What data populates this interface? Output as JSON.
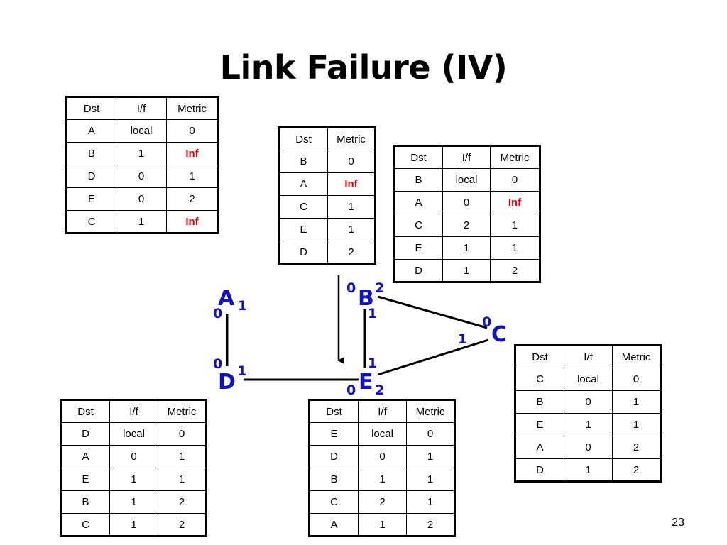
{
  "title": "Link Failure (IV)",
  "page_number": "23",
  "tables": {
    "A": {
      "headers": [
        "Dst",
        "I/f",
        "Metric"
      ],
      "rows": [
        [
          "A",
          "local",
          "0"
        ],
        [
          "B",
          "1",
          "Inf"
        ],
        [
          "D",
          "0",
          "1"
        ],
        [
          "E",
          "0",
          "2"
        ],
        [
          "C",
          "1",
          "Inf"
        ]
      ]
    },
    "B_msg": {
      "headers": [
        "Dst",
        "Metric"
      ],
      "rows": [
        [
          "B",
          "0"
        ],
        [
          "A",
          "Inf"
        ],
        [
          "C",
          "1"
        ],
        [
          "E",
          "1"
        ],
        [
          "D",
          "2"
        ]
      ]
    },
    "B": {
      "headers": [
        "Dst",
        "I/f",
        "Metric"
      ],
      "rows": [
        [
          "B",
          "local",
          "0"
        ],
        [
          "A",
          "0",
          "Inf"
        ],
        [
          "C",
          "2",
          "1"
        ],
        [
          "E",
          "1",
          "1"
        ],
        [
          "D",
          "1",
          "2"
        ]
      ]
    },
    "C": {
      "headers": [
        "Dst",
        "I/f",
        "Metric"
      ],
      "rows": [
        [
          "C",
          "local",
          "0"
        ],
        [
          "B",
          "0",
          "1"
        ],
        [
          "E",
          "1",
          "1"
        ],
        [
          "A",
          "0",
          "2"
        ],
        [
          "D",
          "1",
          "2"
        ]
      ]
    },
    "D": {
      "headers": [
        "Dst",
        "I/f",
        "Metric"
      ],
      "rows": [
        [
          "D",
          "local",
          "0"
        ],
        [
          "A",
          "0",
          "1"
        ],
        [
          "E",
          "1",
          "1"
        ],
        [
          "B",
          "1",
          "2"
        ],
        [
          "C",
          "1",
          "2"
        ]
      ]
    },
    "E": {
      "headers": [
        "Dst",
        "I/f",
        "Metric"
      ],
      "rows": [
        [
          "E",
          "local",
          "0"
        ],
        [
          "D",
          "0",
          "1"
        ],
        [
          "B",
          "1",
          "1"
        ],
        [
          "C",
          "2",
          "1"
        ],
        [
          "A",
          "1",
          "2"
        ]
      ]
    }
  },
  "network": {
    "nodes": {
      "A": "A",
      "B": "B",
      "C": "C",
      "D": "D",
      "E": "E"
    },
    "ports": {
      "A0": "0",
      "A1": "1",
      "B0": "0",
      "B1": "1",
      "B2": "2",
      "C0": "0",
      "C1": "1",
      "D0": "0",
      "D1": "1",
      "E0": "0",
      "E1": "1",
      "E2": "2"
    }
  },
  "colors": {
    "node": "#1010c8",
    "inf": "#e00000"
  }
}
